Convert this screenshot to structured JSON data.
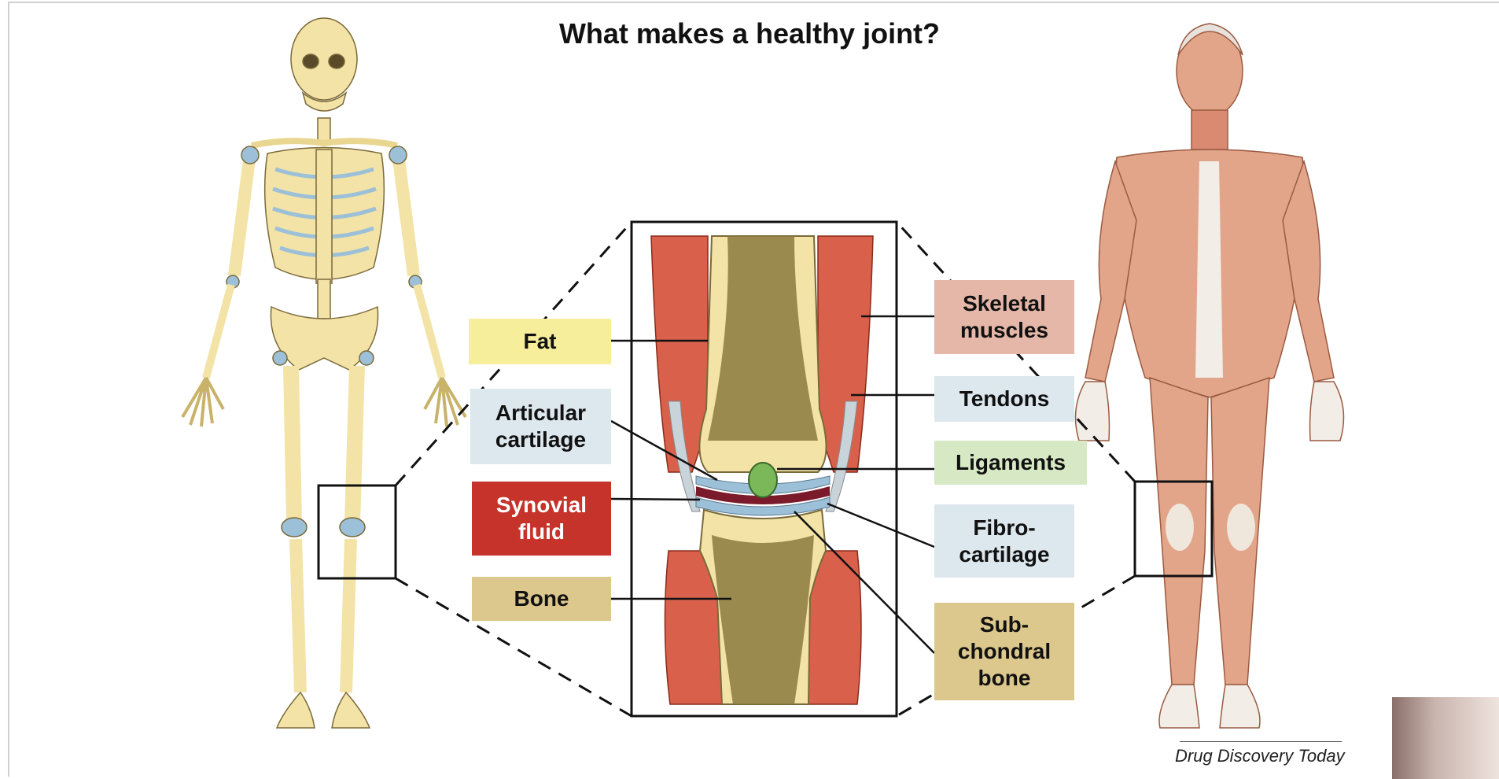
{
  "title": "What makes a healthy joint?",
  "labels": {
    "fat": "Fat",
    "articular_cartilage": "Articular\ncartilage",
    "synovial_fluid": "Synovial\nfluid",
    "bone": "Bone",
    "skeletal_muscles": "Skeletal\nmuscles",
    "tendons": "Tendons",
    "ligaments": "Ligaments",
    "fibrocartilage": "Fibro-\ncartilage",
    "subchondral_bone": "Sub-\nchondral\nbone"
  },
  "credit": "Drug Discovery Today",
  "colors": {
    "fat": "#f7ee9c",
    "articular_cartilage": "#dde7ee",
    "synovial_fluid": "#c6332b",
    "bone": "#dcc78c",
    "skeletal_muscles": "#e4b7a8",
    "tendons": "#dde7ee",
    "ligaments": "#d7e8c4",
    "fibrocartilage": "#dde7ee",
    "subchondral_bone": "#dcc78c",
    "bone_ivory": "#f3e3a6",
    "cartilage_blue": "#9cc0d8",
    "muscle_red": "#d9614c",
    "skin_muscle": "#e3a58a"
  }
}
